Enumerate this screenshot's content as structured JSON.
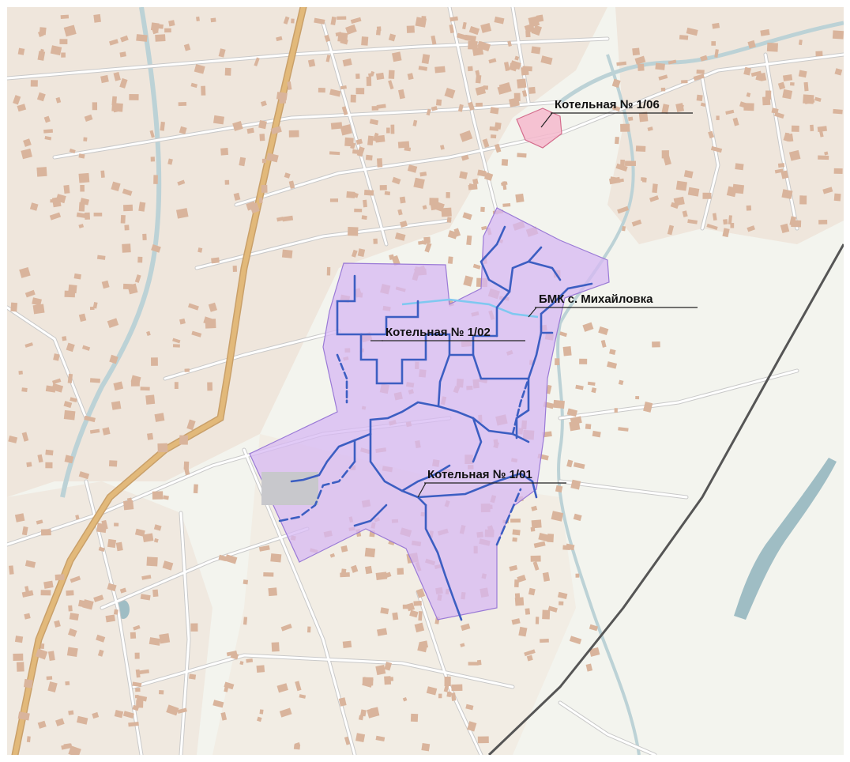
{
  "map": {
    "labels": {
      "boiler_1_06": "Котельная № 1/06",
      "bmk": "БМК с. Михайловка",
      "boiler_1_02": "Котельная № 1/02",
      "boiler_1_01": "Котельная № 1/01"
    },
    "colors": {
      "background": "#f3f4ee",
      "urban_area": "#efe6dc",
      "building": "#d9b49c",
      "road_casing": "#c9c9c9",
      "road_fill": "#ffffff",
      "main_road": "#e2b97a",
      "river": "#bcd2d6",
      "water": "#9fbdc4",
      "railway": "#555555",
      "heat_zone_fill": "#d7b8f3",
      "heat_zone_stroke": "#9a7ad6",
      "boiler_1_06_zone_fill": "#f4b8cc",
      "boiler_1_06_zone_stroke": "#d46c8c",
      "heating_network": "#3c5ec2",
      "bmk_pipe": "#7fc8f0"
    }
  }
}
